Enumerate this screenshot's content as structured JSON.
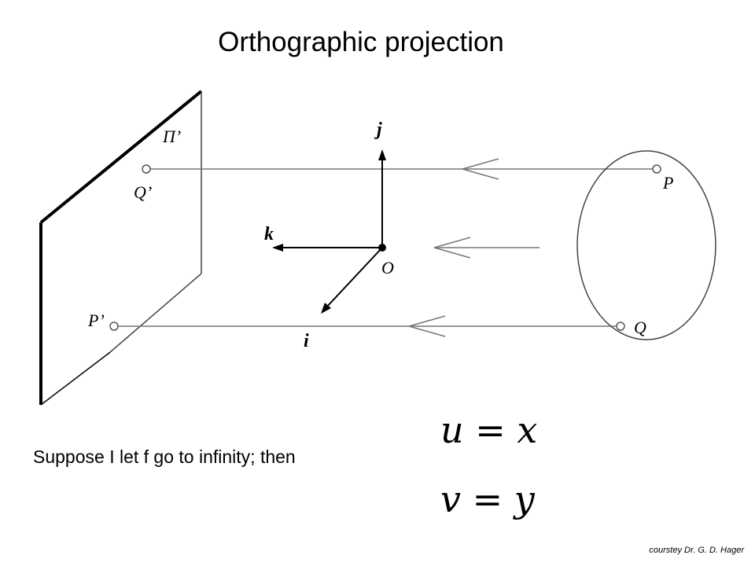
{
  "title": "Orthographic projection",
  "diagram": {
    "plane_label": "Π’",
    "point_P": "P",
    "point_Q": "Q",
    "point_P_prime": "P’",
    "point_Q_prime": "Q’",
    "origin": "O",
    "axis_i": "i",
    "axis_j": "j",
    "axis_k": "k"
  },
  "caption": "Suppose I let f go to infinity; then",
  "equations": {
    "eq1": "u = x",
    "eq2": "v = y"
  },
  "credit": "courstey Dr. G. D. Hager"
}
